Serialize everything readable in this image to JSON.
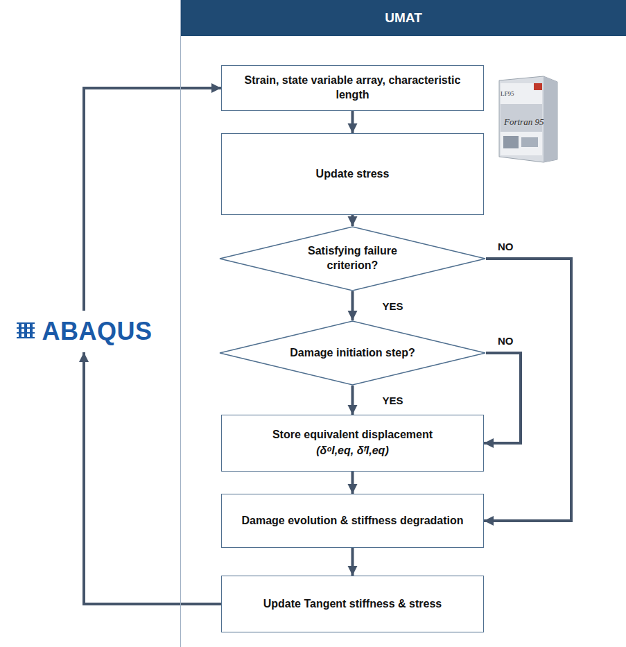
{
  "diagram": {
    "nodes": [
      {
        "text": [
          "UMAT"
        ]
      },
      {
        "text": [
          "Strain, state variable array, characteristic length"
        ],
        "in": 0
      },
      {
        "text": [
          "Update stress"
        ],
        "in": 0
      },
      {
        "text": [
          "Satisfying failure criterion?"
        ],
        "in": 0
      },
      {
        "text": [
          "Damage initiation step?"
        ],
        "in": 0
      },
      {
        "text": [
          "Store equivalent displacement",
          "(δᵒI,eq, δᶠI,eq)"
        ],
        "in": 0
      },
      {
        "text": [
          "Damage evolution & stiffness degradation"
        ],
        "in": 0
      },
      {
        "text": [
          "Update Tangent stiffness & stress"
        ],
        "in": 0
      },
      {
        "text": [
          "ABAQUS"
        ]
      }
    ],
    "edges": [
      {
        "from": 1,
        "to": 2,
        "arrow": "to"
      },
      {
        "from": 2,
        "to": 3,
        "arrow": "to"
      },
      {
        "from": 3,
        "to": 4,
        "label": "YES",
        "arrow": "to"
      },
      {
        "from": 3,
        "to": 6,
        "label": "NO",
        "arrow": "to"
      },
      {
        "from": 4,
        "to": 5,
        "label": "YES",
        "arrow": "to"
      },
      {
        "from": 4,
        "to": 5,
        "label": "NO",
        "arrow": "to"
      },
      {
        "from": 5,
        "to": 6,
        "arrow": "to"
      },
      {
        "from": 6,
        "to": 7,
        "arrow": "to"
      },
      {
        "from": 7,
        "to": 8,
        "arrow": "to"
      },
      {
        "from": 8,
        "to": 1,
        "arrow": "to"
      }
    ],
    "labels": [
      "LF95",
      "Fortran 95"
    ]
  }
}
